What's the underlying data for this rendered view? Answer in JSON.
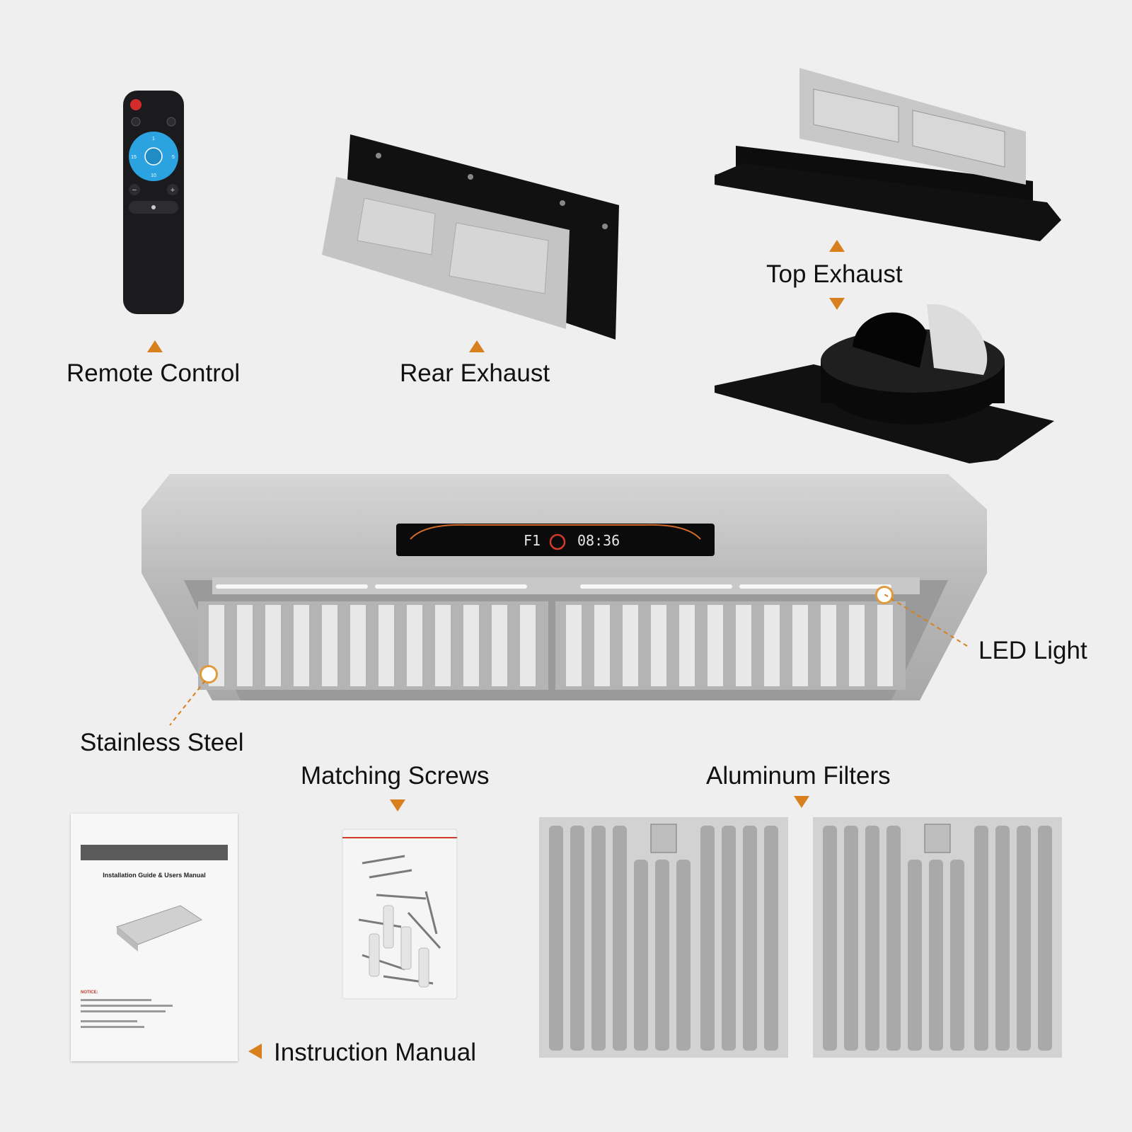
{
  "labels": {
    "remote_control": "Remote Control",
    "rear_exhaust": "Rear Exhaust",
    "top_exhaust": "Top Exhaust",
    "led_light": "LED Light",
    "stainless_steel": "Stainless Steel",
    "matching_screws": "Matching Screws",
    "aluminum_filters": "Aluminum Filters",
    "instruction_manual": "Instruction Manual"
  },
  "remote": {
    "dial_numbers": [
      "1",
      "5",
      "10",
      "15"
    ]
  },
  "hood_display": {
    "speed": "F1",
    "time": "08:36"
  },
  "manual": {
    "title": "Installation Guide & Users Manual",
    "notice": "NOTICE:"
  },
  "colors": {
    "accent_arrow": "#d9801e",
    "background": "#efefef",
    "remote_dial": "#2aa3e0",
    "steel": "#c9c9c9"
  },
  "icons": [
    "power-icon",
    "fan-icon",
    "timer-icon",
    "minus-icon",
    "plus-icon",
    "light-icon"
  ]
}
